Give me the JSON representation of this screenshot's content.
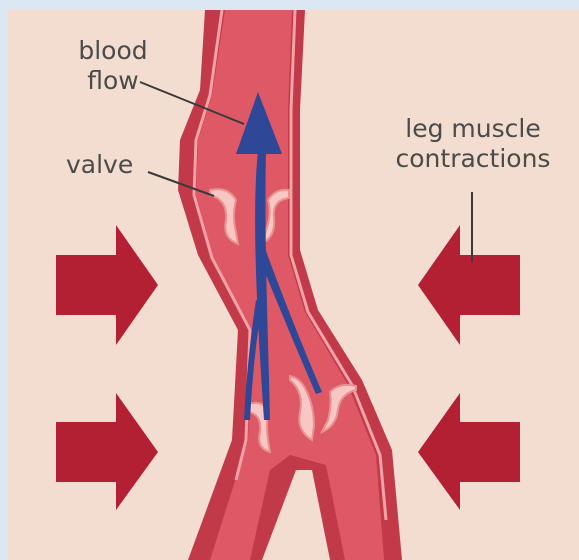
{
  "labels": {
    "blood_line1": "blood",
    "blood_line2": "flow",
    "valve": "valve",
    "leg_line1": "leg muscle",
    "leg_line2": "contractions"
  },
  "colors": {
    "background": "#f2ddd0",
    "frame": "#dce7f4",
    "vein_outer": "#c23a49",
    "vein_inner": "#e05c68",
    "vein_highlight": "#f3a2a8",
    "valve": "#f8c6c4",
    "arrow_blue": "#2e4796",
    "muscle_arrow": "#b31f33",
    "leader_line": "#3a3a3a"
  }
}
